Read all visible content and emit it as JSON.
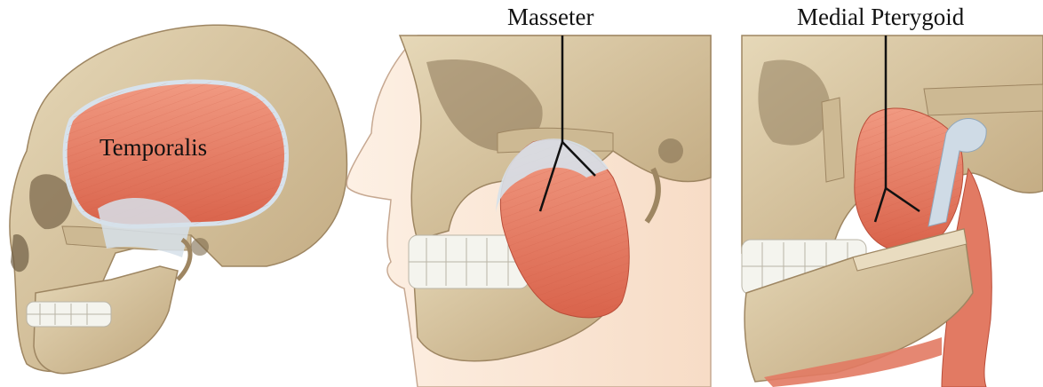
{
  "labels": {
    "temporalis": "Temporalis",
    "masseter": "Masseter",
    "medial_pterygoid": "Medial Pterygoid"
  },
  "colors": {
    "bone": "#d9c9a6",
    "bone_shadow": "#b49b73",
    "muscle": "#e8806a",
    "muscle_dark": "#cf5f4a",
    "tendon": "#cfdbe6",
    "teeth": "#f4f4ee",
    "skin": "#fbe7d6",
    "pointer": "#111111"
  }
}
